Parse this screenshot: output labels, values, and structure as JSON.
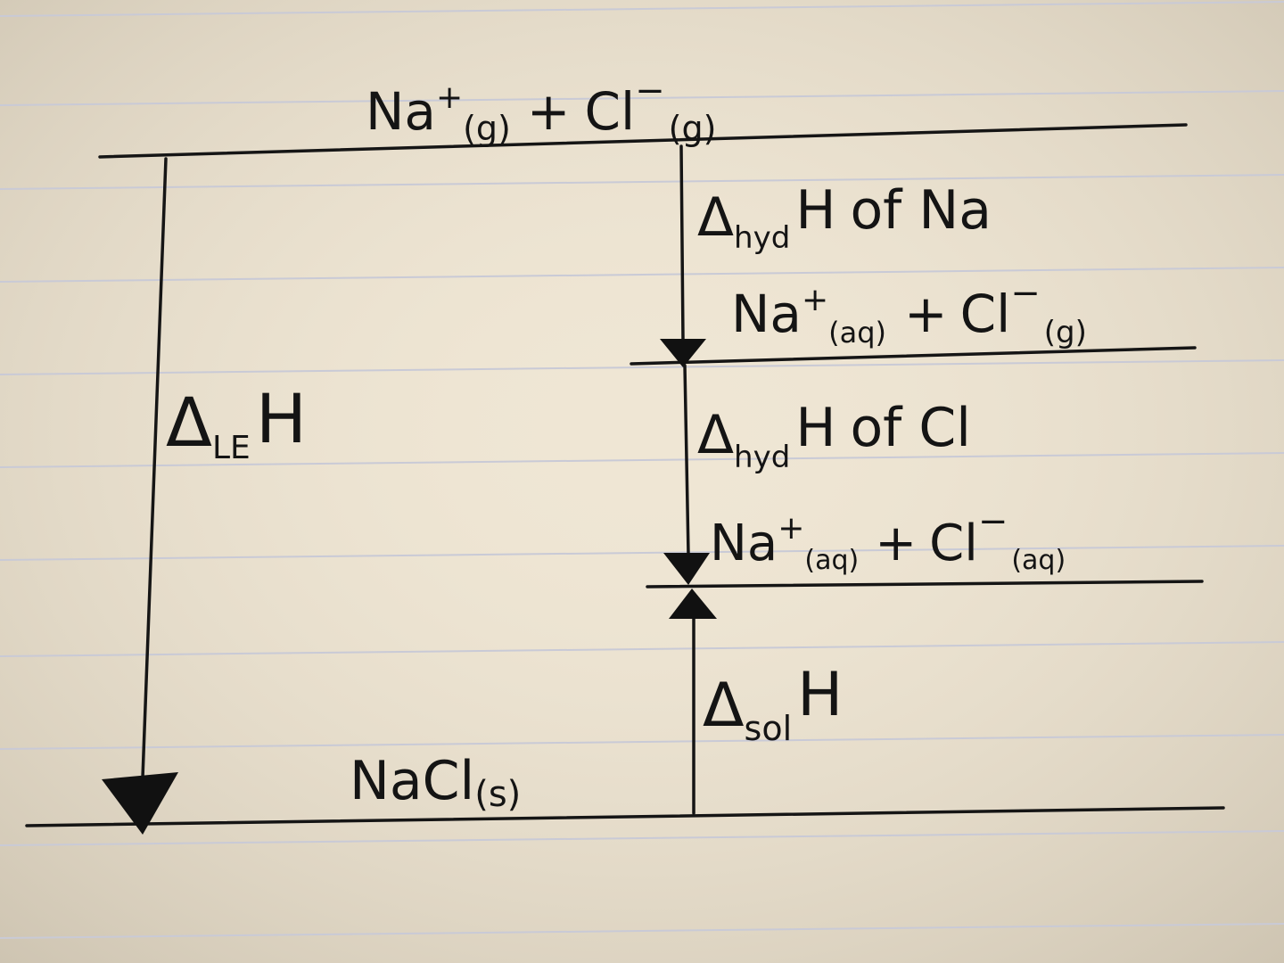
{
  "diagram": {
    "species": {
      "gas_ions": {
        "a": "Na",
        "a_sup": "+",
        "a_state": "(g)",
        "plus": "+",
        "b": "Cl",
        "b_sup": "−",
        "b_state": "(g)"
      },
      "na_aq_cl_g": {
        "a": "Na",
        "a_sup": "+",
        "a_state": "(aq)",
        "plus": "+",
        "b": "Cl",
        "b_sup": "−",
        "b_state": "(g)"
      },
      "aq_ions": {
        "a": "Na",
        "a_sup": "+",
        "a_state": "(aq)",
        "plus": "+",
        "b": "Cl",
        "b_sup": "−",
        "b_state": "(aq)"
      },
      "solid": {
        "a": "NaCl",
        "a_state": "(s)"
      }
    },
    "arrows": {
      "lattice": {
        "delta": "Δ",
        "sub": "LE",
        "symbol": "H"
      },
      "hyd_na": {
        "delta": "Δ",
        "sub": "hyd",
        "symbol": "H",
        "rest": "of Na"
      },
      "hyd_cl": {
        "delta": "Δ",
        "sub": "hyd",
        "symbol": "H",
        "rest": "of Cl"
      },
      "sol": {
        "delta": "Δ",
        "sub": "sol",
        "symbol": "H"
      }
    }
  },
  "colors": {
    "paper": "#efe6d4",
    "ink": "#141414",
    "ruled_lines": "#c9cad6"
  }
}
